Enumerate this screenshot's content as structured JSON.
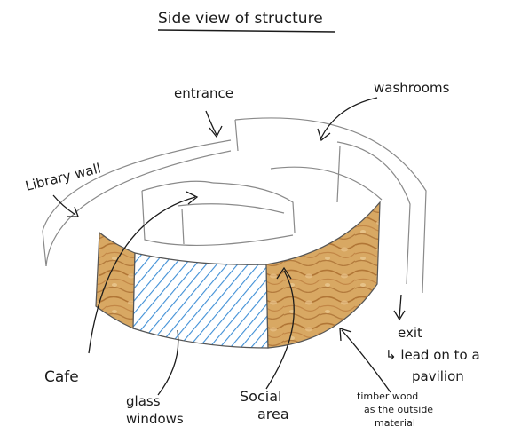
{
  "title": "Side view of structure",
  "labels": {
    "entrance": "entrance",
    "washrooms": "washrooms",
    "library_wall": "Library wall",
    "cafe": "Cafe",
    "glass_windows_line1": "glass",
    "glass_windows_line2": "windows",
    "social_area_line1": "Social",
    "social_area_line2": "area",
    "exit": "exit",
    "exit_note_line1": "↳ lead on to a",
    "exit_note_line2": "pavilion",
    "timber_line1": "timber wood",
    "timber_line2": "as the outside",
    "timber_line3": "material"
  },
  "colors": {
    "ink": "#1b1b1b",
    "pencil": "#8a8a8a",
    "timber": "#c9914a",
    "timber_dark": "#a8692a",
    "glass": "#3f8fd6"
  }
}
